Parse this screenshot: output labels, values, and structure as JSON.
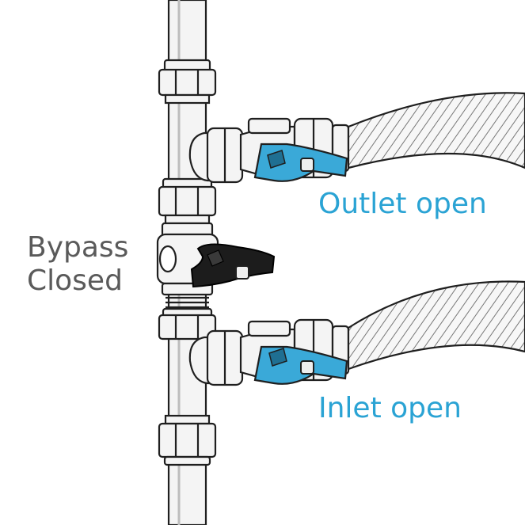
{
  "labels": {
    "outlet": "Outlet open",
    "inlet": "Inlet open",
    "bypass_line1": "Bypass",
    "bypass_line2": "Closed"
  },
  "colors": {
    "open_valve": "#3aa9d8",
    "closed_valve": "#1c1c1c",
    "label_blue": "#2aa3d4",
    "label_grey": "#5a5a5a",
    "outline": "#1f1f1f",
    "metal": "#f4f4f4"
  },
  "icons": {
    "outlet_valve": "open-valve-handle",
    "inlet_valve": "open-valve-handle",
    "bypass_valve": "closed-valve-handle"
  }
}
